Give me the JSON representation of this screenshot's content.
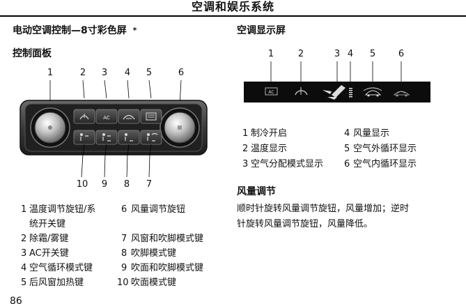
{
  "header": {
    "title": "空调和娱乐系统"
  },
  "left": {
    "section_title": "电动空调控制—8寸彩色屏",
    "section_mark": "*",
    "subsection_title": "控制面板",
    "callouts_top": [
      "1",
      "2",
      "3",
      "4",
      "5",
      "6"
    ],
    "callouts_bottom": [
      "10",
      "9",
      "8",
      "7"
    ],
    "panel": {
      "ac_label": "AC"
    },
    "legend": [
      {
        "num": "1",
        "text": "温度调节旋钮/系",
        "cont": "统开关键",
        "num2": "6",
        "text2": "风量调节旋钮"
      },
      {
        "num": "2",
        "text": "除霜/雾键",
        "num2": "7",
        "text2": "风窗和吹脚模式键"
      },
      {
        "num": "3",
        "text": "AC开关键",
        "num2": "8",
        "text2": "吹脚模式键"
      },
      {
        "num": "4",
        "text": "空气循环模式键",
        "num2": "9",
        "text2": "吹面和吹脚模式键"
      },
      {
        "num": "5",
        "text": "后风窗加热键",
        "num2": "10",
        "text2": "吹面模式键"
      }
    ]
  },
  "right": {
    "section_title": "空调显示屏",
    "callouts": [
      "1",
      "2",
      "3",
      "4",
      "5",
      "6"
    ],
    "display": {
      "ac_label": "AC"
    },
    "legend": [
      {
        "num": "1",
        "text": "制冷开启",
        "num2": "4",
        "text2": "风量显示"
      },
      {
        "num": "2",
        "text": "温度显示",
        "num2": "5",
        "text2": "空气外循环显示"
      },
      {
        "num": "3",
        "text": "空气分配模式显示",
        "num2": "6",
        "text2": "空气内循环显示"
      }
    ],
    "fan_title": "风量调节",
    "fan_text_1": "顺时针旋转风量调节旋钮，风量增加；逆时",
    "fan_text_2": "针旋转风量调节旋钮，风量降低。"
  },
  "footer": {
    "page_number": "86"
  }
}
